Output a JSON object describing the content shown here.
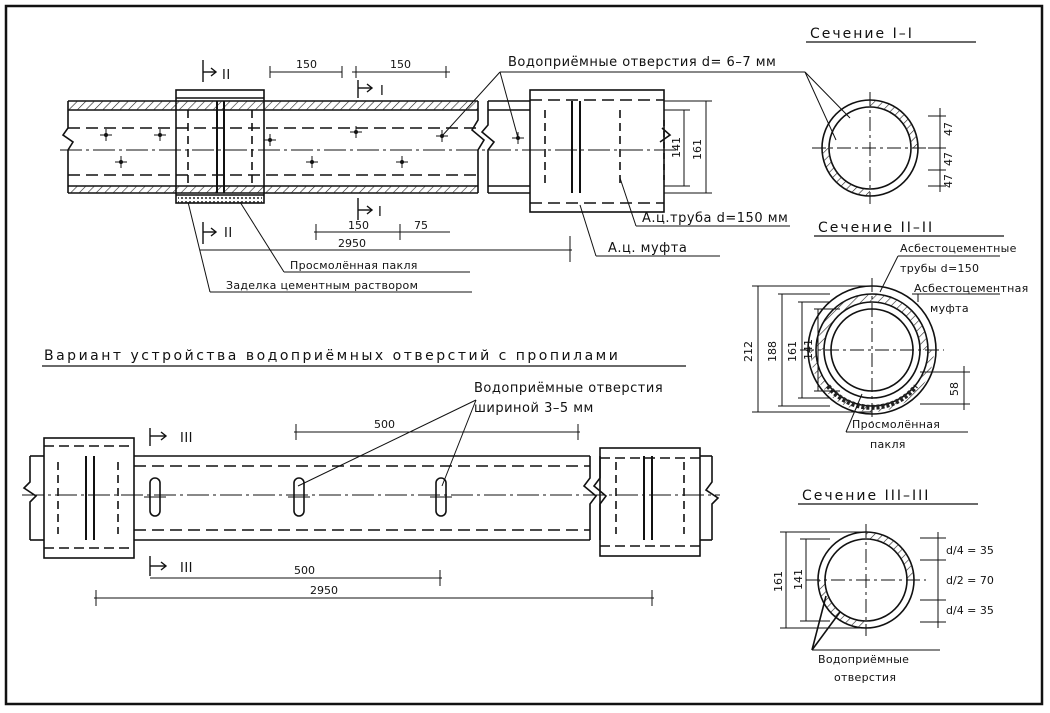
{
  "labels": {
    "section_1": "Сечение I–I",
    "section_2": "Сечение II–II",
    "section_3": "Сечение III–III",
    "holes_top": "Водоприёмные отверстия d= 6–7 мм",
    "pipe": "А.ц.труба d=150 мм",
    "coupling": "А.ц. муфта",
    "tarred_tow": "Просмолённая пакля",
    "cement_seal": "Заделка цементным раствором",
    "variant_title": "Вариант устройства водоприёмных отверстий с пропилами",
    "slots_line1": "Водоприёмные отверстия",
    "slots_line2": "шириной 3–5 мм",
    "s2_pipes_1": "Асбестоцементные",
    "s2_pipes_2": "трубы d=150",
    "s2_coupling_1": "Асбестоцементная",
    "s2_coupling_2": "муфта",
    "s2_tow_1": "Просмолённая",
    "s2_tow_2": "пакля",
    "s3_holes_1": "Водоприёмные",
    "s3_holes_2": "отверстия",
    "cut_1": "I",
    "cut_2": "II",
    "cut_3": "III"
  },
  "dimensions": {
    "top_spacing_1": "150",
    "top_spacing_2": "150",
    "bottom_spacing_1": "150",
    "bottom_spacing_2": "75",
    "pipe_length": "2950",
    "outer_d": "161",
    "inner_d": "141",
    "s1_seg_1": "47",
    "s1_seg_2": "47",
    "s1_seg_3": "47",
    "s2_212": "212",
    "s2_188": "188",
    "s2_161": "161",
    "s2_141": "141",
    "s2_58": "58",
    "slot_spacing_top": "500",
    "slot_spacing_bottom": "500",
    "variant_length": "2950",
    "s3_161": "161",
    "s3_141": "141",
    "s3_q1": "d/4 = 35",
    "s3_half": "d/2 = 70",
    "s3_q2": "d/4 = 35"
  }
}
